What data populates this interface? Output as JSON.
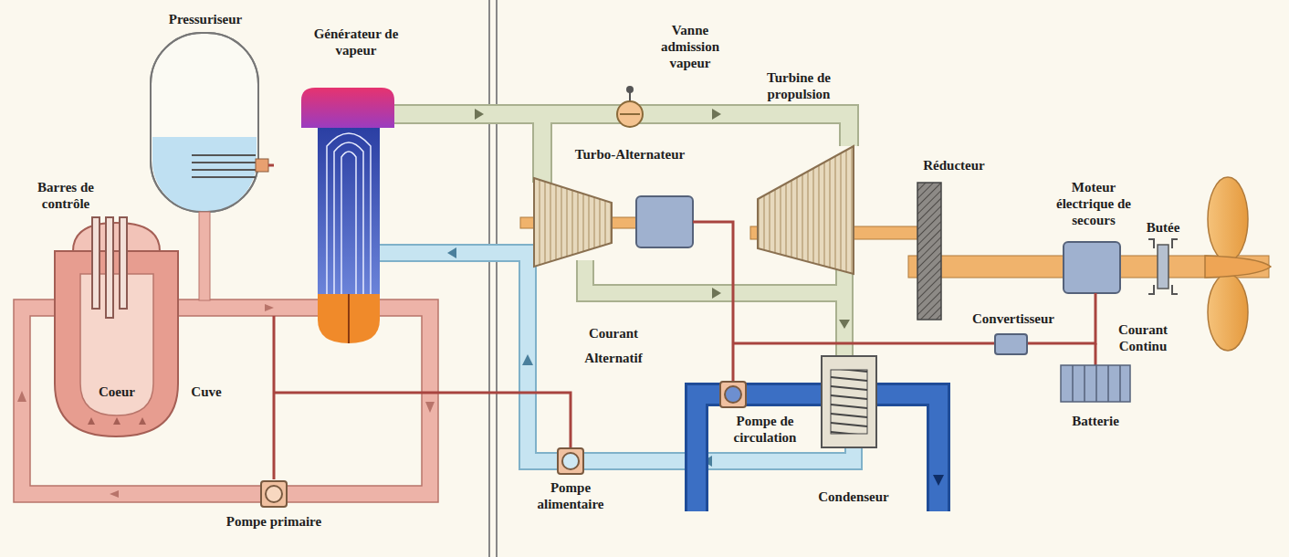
{
  "diagram": {
    "labels": [
      "Pressuriseur",
      "Générateur de vapeur",
      "Vanne admission vapeur",
      "Turbine de propulsion",
      "Turbo-Alternateur",
      "Réducteur",
      "Barres de contrôle",
      "Moteur électrique de secours",
      "Butée",
      "Courant Alternatif",
      "Convertisseur",
      "Courant Continu",
      "Coeur",
      "Cuve",
      "Pompe de circulation",
      "Batterie",
      "Condenseur",
      "Pompe alimentaire",
      "Pompe primaire"
    ]
  }
}
